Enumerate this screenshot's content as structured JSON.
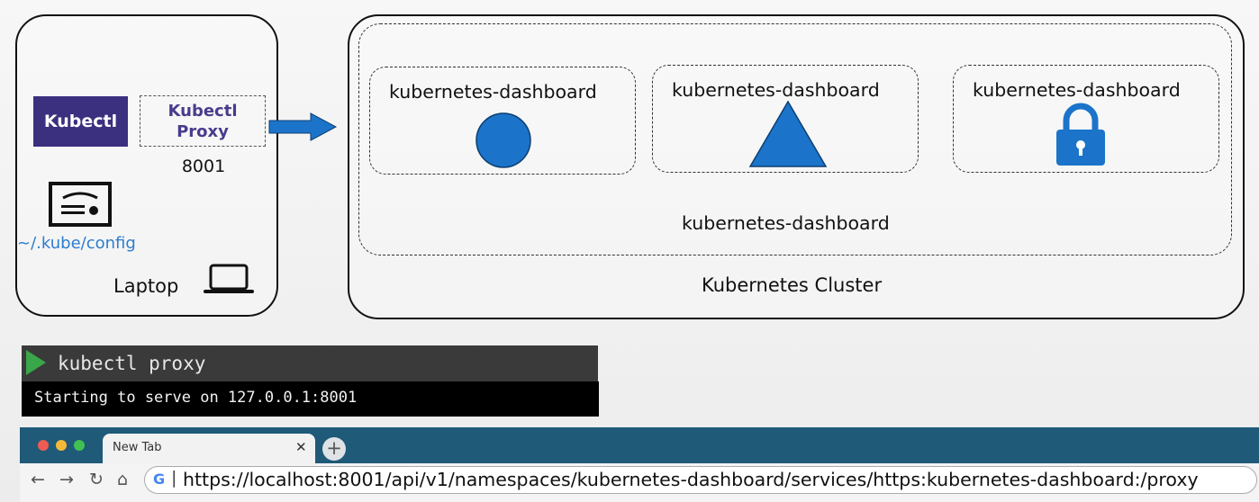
{
  "laptop": {
    "kubectl_label": "Kubectl",
    "proxy_line1": "Kubectl",
    "proxy_line2": "Proxy",
    "port": "8001",
    "config_path": "~/.kube/config",
    "label": "Laptop"
  },
  "cluster": {
    "label": "Kubernetes Cluster",
    "namespace_label": "kubernetes-dashboard",
    "pods": [
      {
        "label": "kubernetes-dashboard",
        "icon": "circle-icon"
      },
      {
        "label": "kubernetes-dashboard",
        "icon": "triangle-icon"
      },
      {
        "label": "kubernetes-dashboard",
        "icon": "lock-icon"
      }
    ]
  },
  "terminal": {
    "command": "kubectl proxy",
    "output": "Starting to serve on 127.0.0.1:8001"
  },
  "browser": {
    "tab_title": "New Tab",
    "tab_close": "✕",
    "new_tab": "+",
    "back": "←",
    "forward": "→",
    "reload": "↻",
    "home": "⌂",
    "url_icon": "G",
    "url_separator": "|",
    "url": "https://localhost:8001/api/v1/namespaces/kubernetes-dashboard/services/https:kubernetes-dashboard:/proxy"
  },
  "colors": {
    "kubectl_badge": "#3b2f7f",
    "accent_blue": "#1b74c9",
    "browser_bar": "#1f5a78",
    "config_text": "#2d7ccf"
  }
}
